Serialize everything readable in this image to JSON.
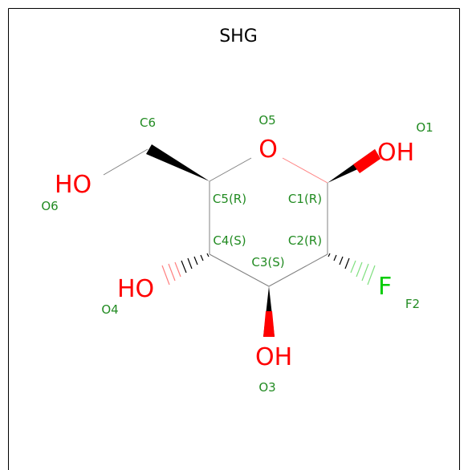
{
  "title": "SHG",
  "colors": {
    "oxygen": "#ff0000",
    "fluorine": "#00cc00",
    "atom_label": "#228b22",
    "bond": "#808080",
    "border": "#000000"
  },
  "atoms": {
    "ring_oxygen": "O",
    "c1_oh": "OH",
    "c6_oh": "HO",
    "c4_oh": "HO",
    "c3_oh": "OH",
    "c2_f": "F"
  },
  "atom_names": {
    "c6": "C6",
    "o5": "O5",
    "o1": "O1",
    "o6": "O6",
    "c5": "C5(R)",
    "c1": "C1(R)",
    "c4": "C4(S)",
    "c2": "C2(R)",
    "c3": "C3(S)",
    "o4": "O4",
    "f2": "F2",
    "o3": "O3"
  }
}
